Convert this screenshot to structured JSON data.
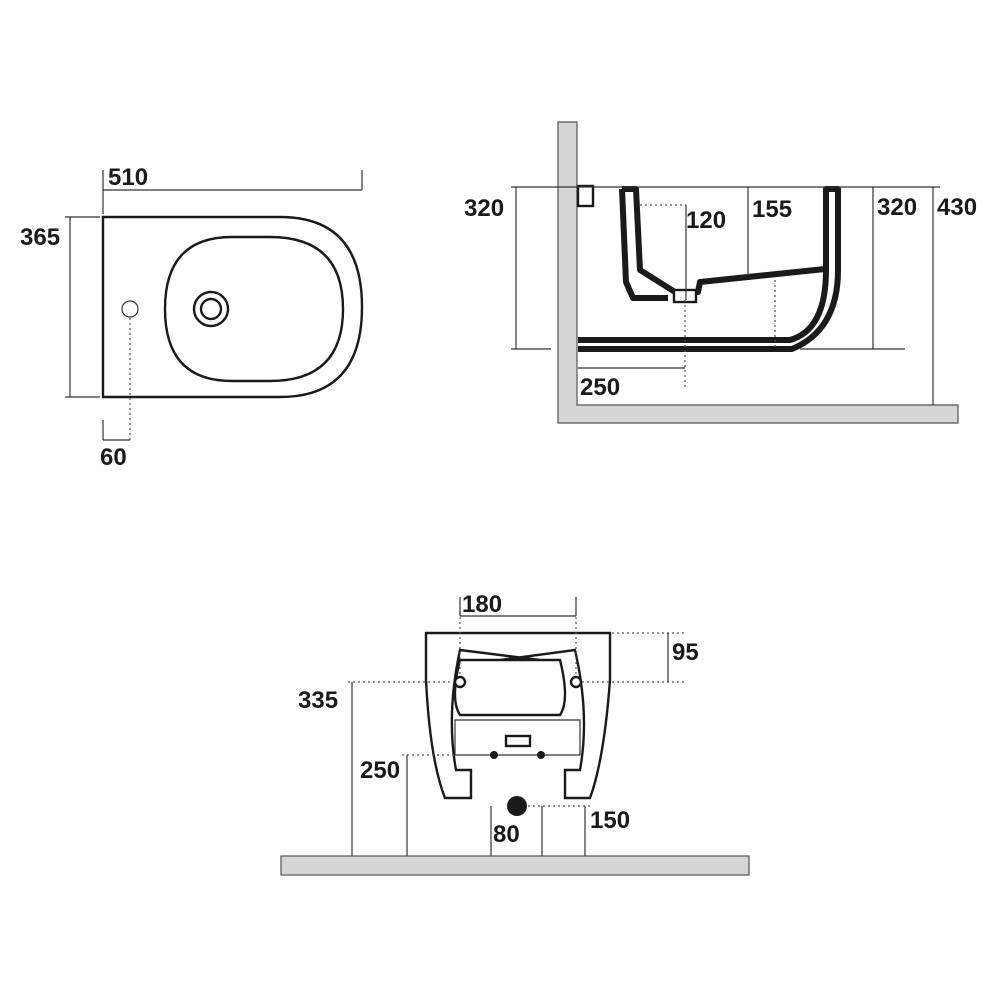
{
  "top_view": {
    "width_dim": "510",
    "depth_dim": "365",
    "tap_offset_dim": "60"
  },
  "side_view": {
    "rim_height_left": "320",
    "tap_drop": "120",
    "tap_to_rim": "155",
    "rim_height_right": "320",
    "wall_height": "430",
    "waste_from_wall": "250"
  },
  "rear_view": {
    "fixing_spacing": "180",
    "fixing_drop": "95",
    "fixing_height": "335",
    "inlet_height": "250",
    "waste_height": "150",
    "waste_diameter": "80"
  },
  "colors": {
    "line": "#1a1a1a",
    "wall_fill": "#d6d6d6"
  }
}
